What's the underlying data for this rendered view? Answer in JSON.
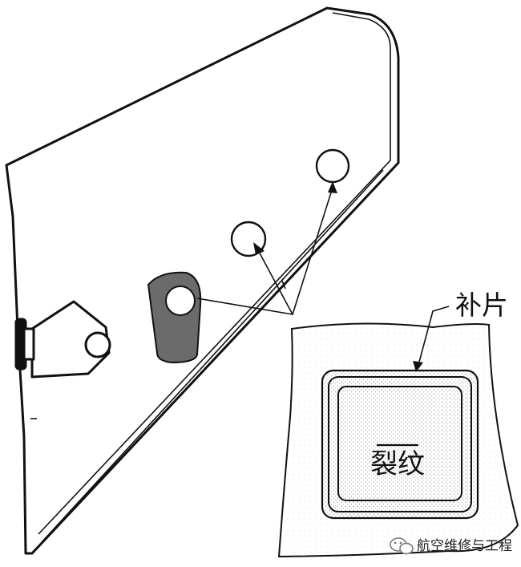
{
  "labels": {
    "patch": "补片",
    "crack": "裂纹"
  },
  "watermark": {
    "text": "航空维修与工程",
    "icon": "wechat-icon"
  },
  "colors": {
    "line": "#111111",
    "slot_fill": "#6b6b6b",
    "hatch": "#bdbdbd"
  }
}
